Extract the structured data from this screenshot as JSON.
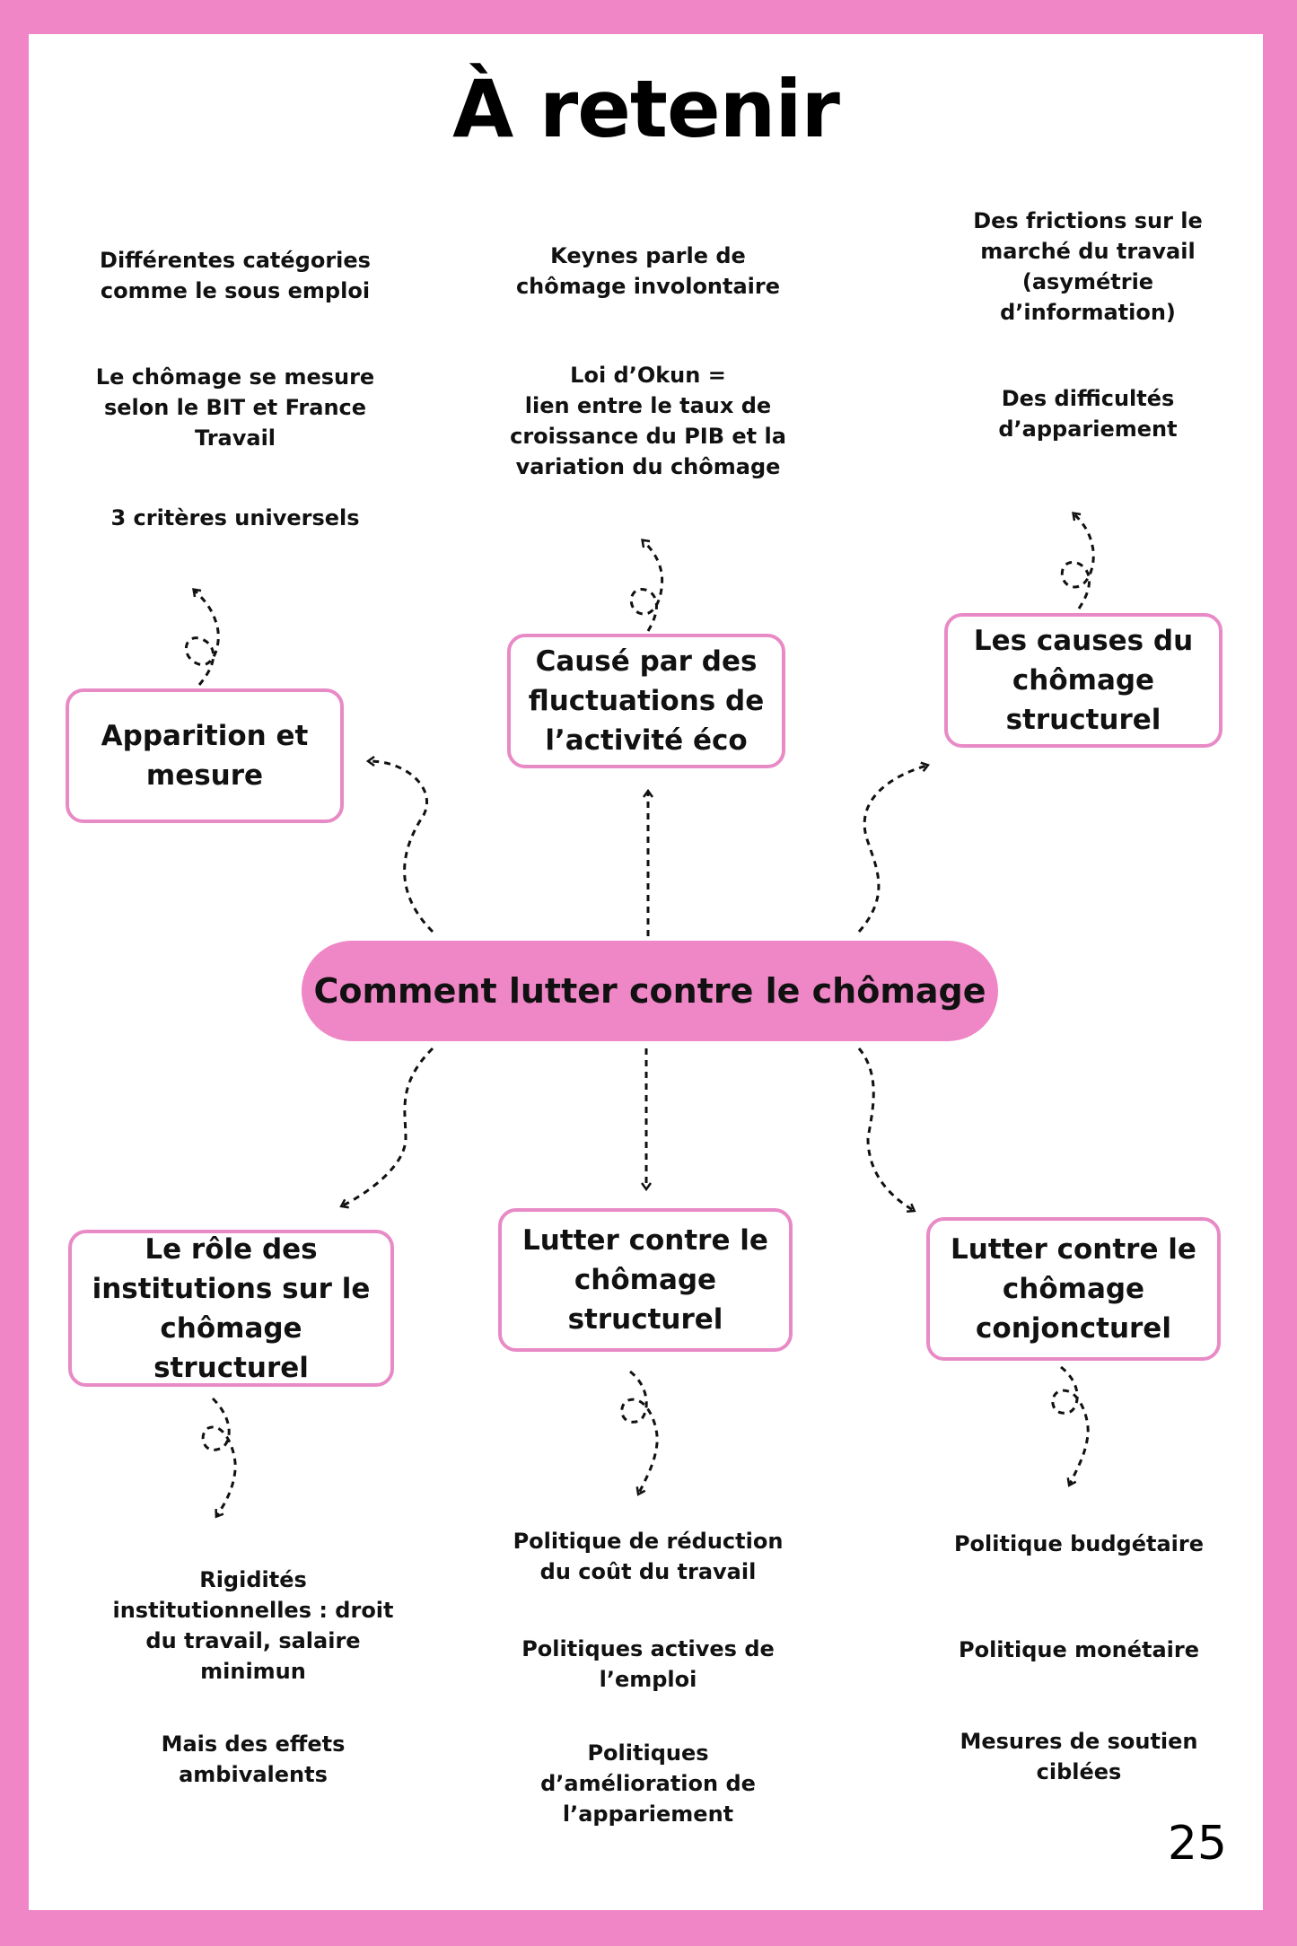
{
  "title": "À retenir",
  "center": "Comment lutter contre le chômage",
  "boxes": {
    "top_left": "Apparition et mesure",
    "top_mid": "Causé par des fluctuations de l’activité éco",
    "top_right": "Les causes du chômage structurel",
    "bottom_left": "Le rôle des institutions sur le chômage structurel",
    "bottom_mid": "Lutter contre le chômage structurel",
    "bottom_right": "Lutter contre le chômage conjoncturel"
  },
  "notes": {
    "top_left": [
      "Différentes catégories\ncomme le sous emploi",
      "Le chômage se mesure\nselon le BIT et France\nTravail",
      "3 critères universels"
    ],
    "top_mid": [
      "Keynes parle de\nchômage involontaire",
      "Loi d’Okun =\nlien entre le taux de\ncroissance du PIB et la\nvariation du chômage"
    ],
    "top_right": [
      "Des frictions sur le\nmarché du travail\n(asymétrie\nd’information)",
      "Des difficultés\nd’appariement"
    ],
    "bottom_left": [
      "Rigidités\ninstitutionnelles : droit\ndu travail, salaire\nminimun",
      "Mais des effets\nambivalents"
    ],
    "bottom_mid": [
      "Politique de réduction\ndu coût du travail",
      "Politiques actives de\nl’emploi",
      "Politiques\nd’amélioration de\nl’appariement"
    ],
    "bottom_right": [
      "Politique budgétaire",
      "Politique monétaire",
      "Mesures de soutien\nciblées"
    ]
  },
  "page_number": "25"
}
